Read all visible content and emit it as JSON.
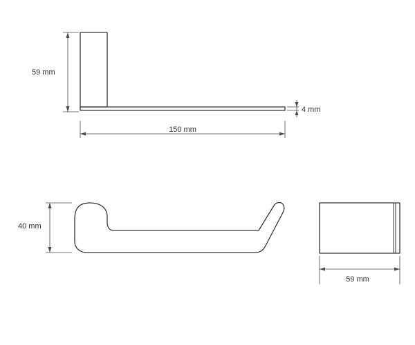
{
  "dimensions": {
    "side_height": "59 mm",
    "plate_thickness": "4 mm",
    "overall_length": "150 mm",
    "front_height": "40 mm",
    "end_width": "59 mm"
  }
}
